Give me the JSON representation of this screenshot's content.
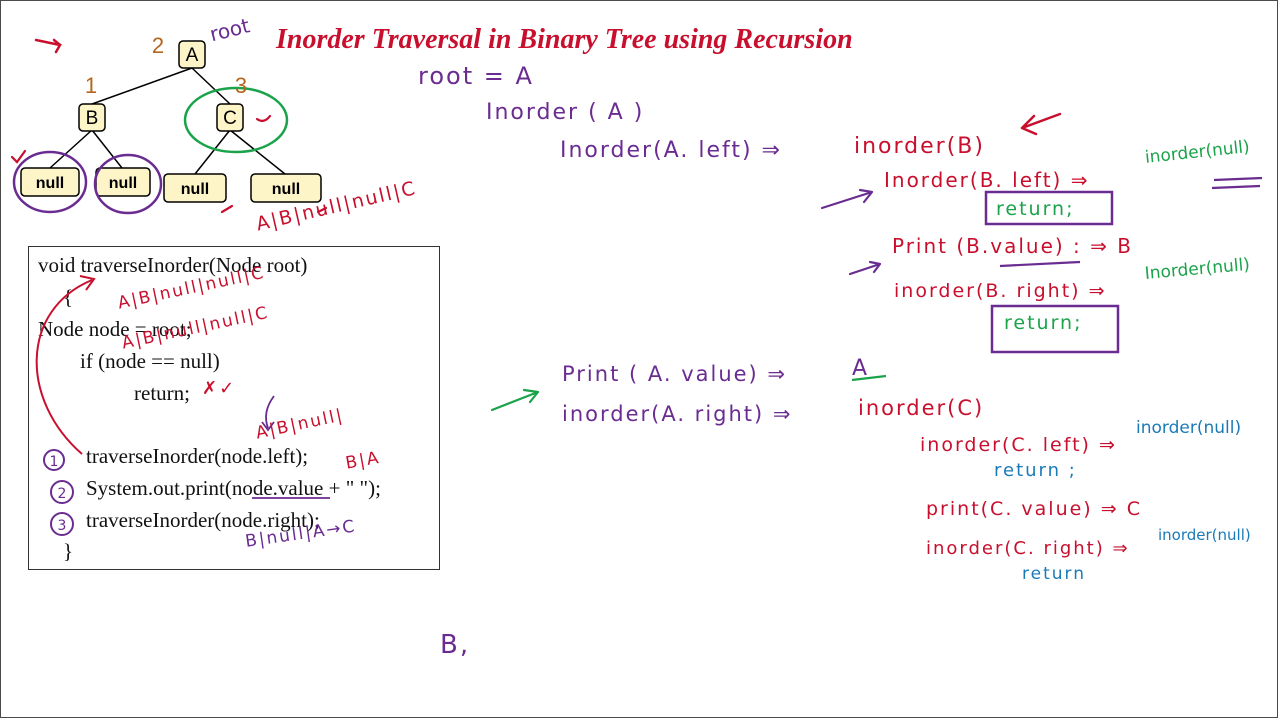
{
  "title": "Inorder Traversal in Binary Tree using Recursion",
  "tree": {
    "root_note": "root",
    "nodes": {
      "a": "A",
      "b": "B",
      "c": "C"
    },
    "nulls": [
      "null",
      "null",
      "null",
      "null"
    ],
    "order": {
      "a": "2",
      "b": "1",
      "c": "3"
    }
  },
  "code": {
    "line1": "void traverseInorder(Node root)",
    "line2": "{",
    "line3": "Node node = root;",
    "line4": "if (node == null)",
    "line5": "return;",
    "line6": "traverseInorder(node.left);",
    "line7": "System.out.print(node.value + \" \");",
    "line8": "traverseInorder(node.right);",
    "line9": "}",
    "markers": [
      "1",
      "2",
      "3"
    ]
  },
  "stack_notes": {
    "s1": "A|B|null|null|C",
    "s2": "A|B|null|null|C",
    "s3": "A|B|null|null|C",
    "s4": "A|B|null|",
    "s5": "B|A",
    "s6": "B|null|A→C",
    "x_check": "✗✓"
  },
  "trace": {
    "root_eq": "root = A",
    "inorder_a": "Inorder ( A )",
    "a_left": "Inorder(A. left) ⇒",
    "a_left_call": "inorder(B)",
    "b_left": "Inorder(B. left) ⇒",
    "b_left_call": "inorder(null)",
    "return1": "return;",
    "print_b": "Print (B.value) : ⇒ B",
    "b_right": "inorder(B. right) ⇒",
    "b_right_call": "Inorder(null)",
    "return2": "return;",
    "print_a": "Print ( A. value) ⇒",
    "print_a_result": "A",
    "a_right": "inorder(A. right) ⇒",
    "a_right_call": "inorder(C)",
    "c_left": "inorder(C. left) ⇒",
    "c_left_call": "inorder(null)",
    "return3": "return ;",
    "print_c": "print(C. value) ⇒ C",
    "c_right": "inorder(C. right) ⇒",
    "c_right_call": "inorder(null)",
    "return4": "return"
  },
  "output": "B,"
}
